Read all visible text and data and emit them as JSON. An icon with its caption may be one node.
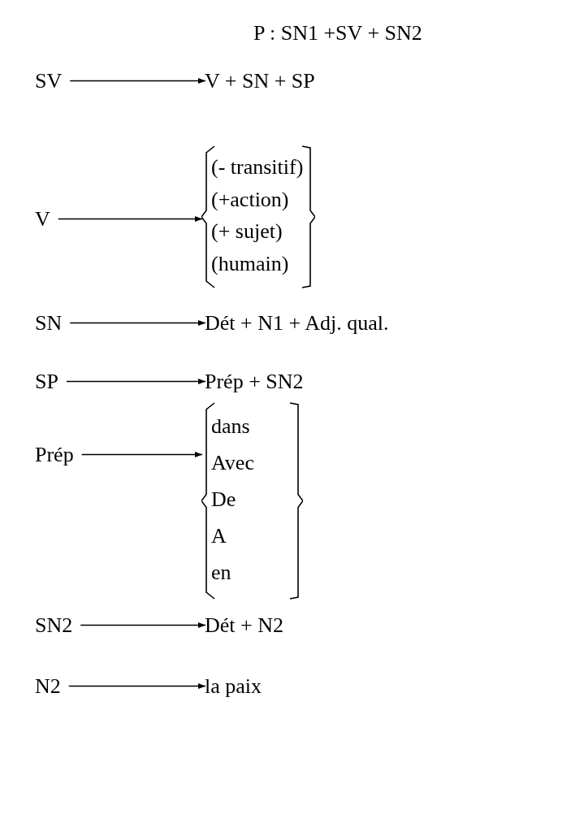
{
  "diagram": {
    "title": "P : SN1 +SV + SN2",
    "nodes": [
      {
        "text": [
          "SV"
        ]
      },
      {
        "text": [
          "V + SN + SP"
        ]
      },
      {
        "text": [
          "V"
        ]
      },
      {
        "text": [
          "(- transitif)",
          "(+action)",
          "(+ sujet)",
          "(humain)"
        ]
      },
      {
        "text": [
          "SN"
        ]
      },
      {
        "text": [
          "Dét + N1 + Adj. qual."
        ]
      },
      {
        "text": [
          "SP"
        ]
      },
      {
        "text": [
          "Prép + SN2"
        ]
      },
      {
        "text": [
          "Prép"
        ]
      },
      {
        "text": [
          "dans",
          "Avec",
          "De",
          "A",
          "en"
        ]
      },
      {
        "text": [
          "SN2"
        ]
      },
      {
        "text": [
          "Dét + N2"
        ]
      },
      {
        "text": [
          "N2"
        ]
      },
      {
        "text": [
          "la paix"
        ]
      }
    ],
    "edges": [
      {
        "from": 0,
        "to": 1,
        "arrow": "to"
      },
      {
        "from": 2,
        "to": 3,
        "arrow": "to"
      },
      {
        "from": 4,
        "to": 5,
        "arrow": "to"
      },
      {
        "from": 6,
        "to": 7,
        "arrow": "to"
      },
      {
        "from": 8,
        "to": 9,
        "arrow": "to"
      },
      {
        "from": 10,
        "to": 11,
        "arrow": "to"
      },
      {
        "from": 12,
        "to": 13,
        "arrow": "to"
      }
    ]
  }
}
